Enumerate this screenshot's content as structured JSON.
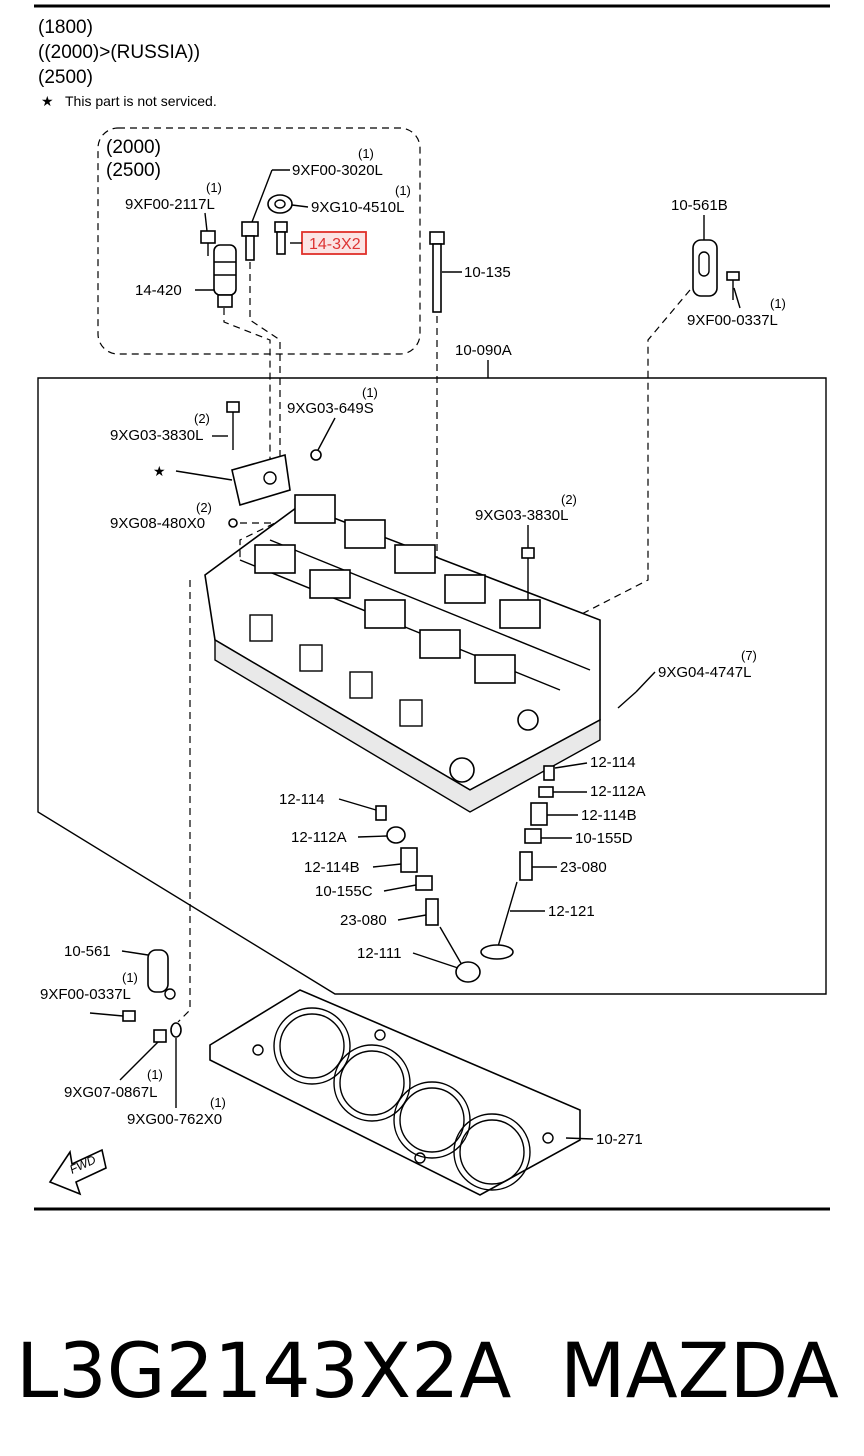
{
  "header": {
    "line1": "(1800)",
    "line2": "((2000)>(RUSSIA))",
    "line3": "(2500)",
    "note_star": "★",
    "note_text": "This part is not serviced."
  },
  "inset": {
    "line1": "(2000)",
    "line2": "(2500)"
  },
  "highlight": {
    "label": "14-3X2",
    "color": "#e0302a"
  },
  "labels": {
    "l_9xf00_3020l": "9XF00-3020L",
    "q_9xf00_3020l": "(1)",
    "l_9xg10_4510l": "9XG10-4510L",
    "q_9xg10_4510l": "(1)",
    "l_9xf00_2117l": "9XF00-2117L",
    "q_9xf00_2117l": "(1)",
    "l_14_420": "14-420",
    "l_10_135": "10-135",
    "l_10_561b": "10-561B",
    "l_9xf00_0337l_top": "9XF00-0337L",
    "q_9xf00_0337l_top": "(1)",
    "l_10_090a": "10-090A",
    "l_9xg03_649s": "9XG03-649S",
    "q_9xg03_649s": "(1)",
    "l_9xg03_3830l_left": "9XG03-3830L",
    "q_9xg03_3830l_left": "(2)",
    "star_left": "★",
    "l_9xg08_480x0": "9XG08-480X0",
    "q_9xg08_480x0": "(2)",
    "l_9xg03_3830l_right": "9XG03-3830L",
    "q_9xg03_3830l_right": "(2)",
    "l_9xg04_4747l": "9XG04-4747L",
    "q_9xg04_4747l": "(7)",
    "l_12_114_r": "12-114",
    "l_12_112a_r": "12-112A",
    "l_12_114b_r": "12-114B",
    "l_10_155d": "10-155D",
    "l_23_080_r": "23-080",
    "l_12_121": "12-121",
    "l_12_114_l": "12-114",
    "l_12_112a_l": "12-112A",
    "l_12_114b_l": "12-114B",
    "l_10_155c": "10-155C",
    "l_23_080_l": "23-080",
    "l_12_111": "12-111",
    "l_10_561": "10-561",
    "l_9xf00_0337l_bot": "9XF00-0337L",
    "q_9xf00_0337l_bot": "(1)",
    "l_9xg07_0867l": "9XG07-0867L",
    "q_9xg07_0867l": "(1)",
    "l_9xg00_762x0": "9XG00-762X0",
    "q_9xg00_762x0": "(1)",
    "l_10_271": "10-271",
    "fwd": "FWD"
  },
  "footer": {
    "part_number": "L3G2143X2A",
    "brand": "MAZDA"
  }
}
